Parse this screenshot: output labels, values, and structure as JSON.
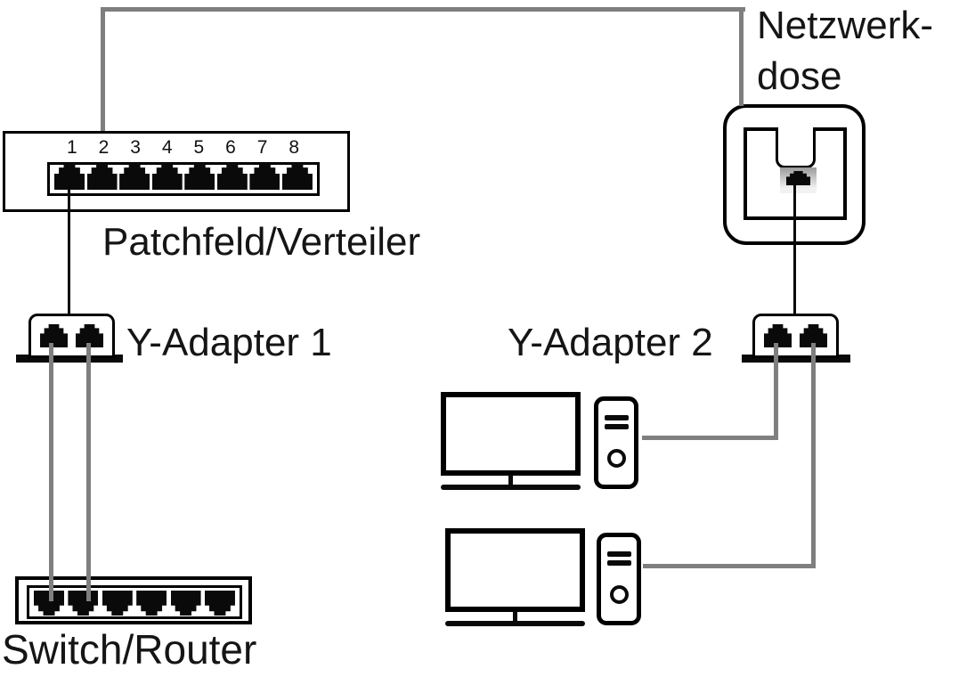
{
  "nodes": {
    "patch_panel": {
      "label": "Patchfeld/Verteiler",
      "ports": [
        "1",
        "2",
        "3",
        "4",
        "5",
        "6",
        "7",
        "8"
      ]
    },
    "network_socket": {
      "label_line1": "Netzwerk-",
      "label_line2": "dose"
    },
    "y_adapter_1": {
      "label": "Y-Adapter 1",
      "port_count": 2
    },
    "y_adapter_2": {
      "label": "Y-Adapter 2",
      "port_count": 2
    },
    "switch_router": {
      "label": "Switch/Router",
      "port_count": 6
    },
    "computer_1": {
      "type": "monitor-and-tower"
    },
    "computer_2": {
      "type": "monitor-and-tower"
    }
  },
  "connections": [
    {
      "from": "Patchfeld/Verteiler (top, above port 2)",
      "to": "Netzwerkdose",
      "line": "thick-gray-cable"
    },
    {
      "from": "Patchfeld/Verteiler port 1",
      "to": "Y-Adapter 1",
      "line": "thin-black-wire"
    },
    {
      "from": "Y-Adapter 1 left port",
      "to": "Switch/Router port 1",
      "line": "thick-gray-cable"
    },
    {
      "from": "Y-Adapter 1 right port",
      "to": "Switch/Router port 2",
      "line": "thick-gray-cable"
    },
    {
      "from": "Netzwerkdose jack",
      "to": "Y-Adapter 2",
      "line": "thin-black-wire"
    },
    {
      "from": "Y-Adapter 2 left port",
      "to": "Computer 1 tower",
      "line": "thick-gray-cable"
    },
    {
      "from": "Y-Adapter 2 right port",
      "to": "Computer 2 tower",
      "line": "thick-gray-cable"
    }
  ],
  "colors": {
    "outline_black": "#0a0a0a",
    "cable_gray": "#7f7f7f",
    "text": "#151515",
    "background": "#ffffff"
  }
}
